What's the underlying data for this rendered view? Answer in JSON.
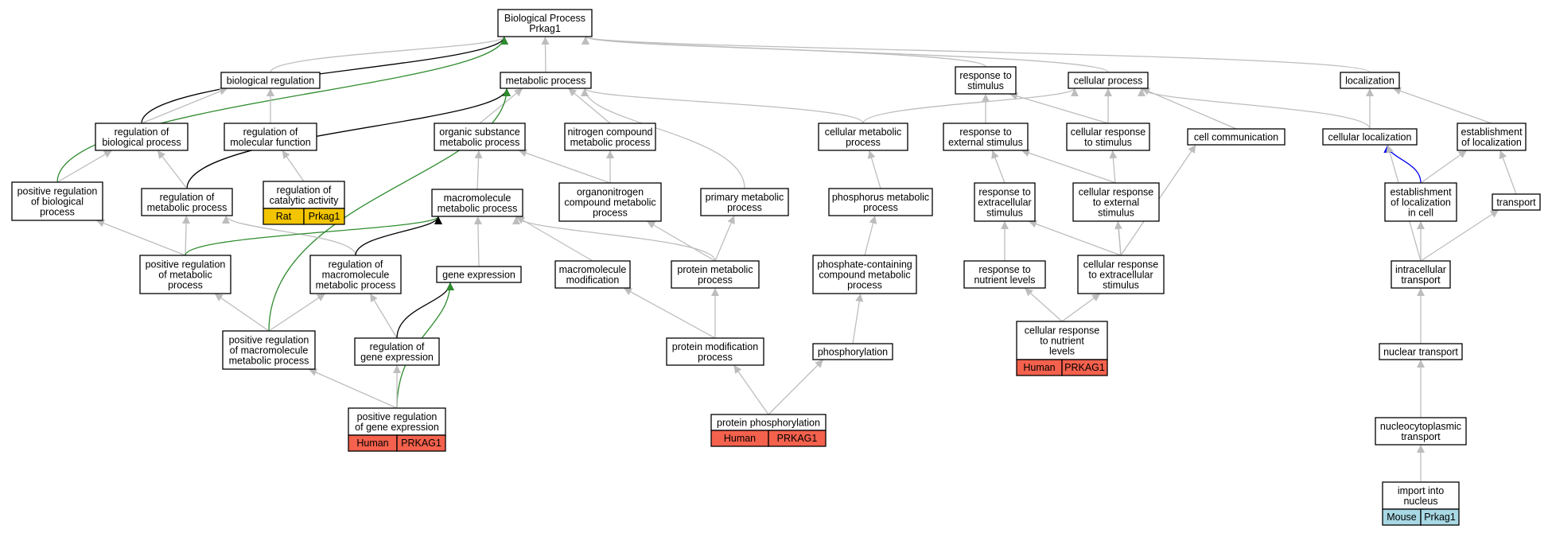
{
  "title": [
    "Biological Process",
    "Prkag1"
  ],
  "colors": {
    "edge_default": "#bdbdbd",
    "edge_green": "#2e8b2e",
    "edge_black": "#000000",
    "edge_blue": "#0000ee",
    "human": "#f4614d",
    "rat": "#f2c500",
    "mouse": "#a8d8e4"
  },
  "nodes": [
    {
      "id": "bp",
      "lines": [
        "Biological Process",
        "Prkag1"
      ]
    },
    {
      "id": "biological_regulation",
      "lines": [
        "biological regulation"
      ]
    },
    {
      "id": "metabolic_process",
      "lines": [
        "metabolic process"
      ]
    },
    {
      "id": "response_to_stimulus",
      "lines": [
        "response to",
        "stimulus"
      ]
    },
    {
      "id": "cellular_process",
      "lines": [
        "cellular process"
      ]
    },
    {
      "id": "localization",
      "lines": [
        "localization"
      ]
    },
    {
      "id": "regulation_of_biological_process",
      "lines": [
        "regulation of",
        "biological process"
      ]
    },
    {
      "id": "regulation_of_molecular_function",
      "lines": [
        "regulation of",
        "molecular function"
      ]
    },
    {
      "id": "organic_substance_metabolic_process",
      "lines": [
        "organic substance",
        "metabolic process"
      ]
    },
    {
      "id": "nitrogen_compound_metabolic_process",
      "lines": [
        "nitrogen compound",
        "metabolic process"
      ]
    },
    {
      "id": "cellular_metabolic_process",
      "lines": [
        "cellular metabolic",
        "process"
      ]
    },
    {
      "id": "response_to_external_stimulus",
      "lines": [
        "response to",
        "external stimulus"
      ]
    },
    {
      "id": "cellular_response_to_stimulus",
      "lines": [
        "cellular response",
        "to stimulus"
      ]
    },
    {
      "id": "cell_communication",
      "lines": [
        "cell communication"
      ]
    },
    {
      "id": "cellular_localization",
      "lines": [
        "cellular localization"
      ]
    },
    {
      "id": "establishment_of_localization",
      "lines": [
        "establishment",
        "of localization"
      ]
    },
    {
      "id": "positive_regulation_of_biological_process",
      "lines": [
        "positive regulation",
        "of biological",
        "process"
      ]
    },
    {
      "id": "regulation_of_metabolic_process",
      "lines": [
        "regulation of",
        "metabolic process"
      ]
    },
    {
      "id": "regulation_of_catalytic_activity",
      "lines": [
        "regulation of",
        "catalytic activity"
      ],
      "species": [
        "Rat",
        "Prkag1"
      ],
      "color": "rat"
    },
    {
      "id": "macromolecule_metabolic_process",
      "lines": [
        "macromolecule",
        "metabolic process"
      ]
    },
    {
      "id": "organonitrogen_compound_metabolic_process",
      "lines": [
        "organonitrogen",
        "compound metabolic",
        "process"
      ]
    },
    {
      "id": "primary_metabolic_process",
      "lines": [
        "primary metabolic",
        "process"
      ]
    },
    {
      "id": "phosphorus_metabolic_process",
      "lines": [
        "phosphorus metabolic",
        "process"
      ]
    },
    {
      "id": "response_to_extracellular_stimulus",
      "lines": [
        "response to",
        "extracellular",
        "stimulus"
      ]
    },
    {
      "id": "cellular_response_to_external_stimulus",
      "lines": [
        "cellular response",
        "to external",
        "stimulus"
      ]
    },
    {
      "id": "establishment_of_localization_in_cell",
      "lines": [
        "establishment",
        "of localization",
        "in cell"
      ]
    },
    {
      "id": "transport",
      "lines": [
        "transport"
      ]
    },
    {
      "id": "positive_regulation_of_metabolic_process",
      "lines": [
        "positive regulation",
        "of metabolic",
        "process"
      ]
    },
    {
      "id": "regulation_of_macromolecule_metabolic_process",
      "lines": [
        "regulation of",
        "macromolecule",
        "metabolic process"
      ]
    },
    {
      "id": "gene_expression",
      "lines": [
        "gene expression"
      ]
    },
    {
      "id": "macromolecule_modification",
      "lines": [
        "macromolecule",
        "modification"
      ]
    },
    {
      "id": "protein_metabolic_process",
      "lines": [
        "protein metabolic",
        "process"
      ]
    },
    {
      "id": "phosphate_containing_compound_metabolic_process",
      "lines": [
        "phosphate-containing",
        "compound metabolic",
        "process"
      ]
    },
    {
      "id": "response_to_nutrient_levels",
      "lines": [
        "response to",
        "nutrient levels"
      ]
    },
    {
      "id": "cellular_response_to_extracellular_stimulus",
      "lines": [
        "cellular response",
        "to extracellular",
        "stimulus"
      ]
    },
    {
      "id": "intracellular_transport",
      "lines": [
        "intracellular",
        "transport"
      ]
    },
    {
      "id": "positive_regulation_of_macromolecule_metabolic_process",
      "lines": [
        "positive regulation",
        "of macromolecule",
        "metabolic process"
      ]
    },
    {
      "id": "regulation_of_gene_expression",
      "lines": [
        "regulation of",
        "gene expression"
      ]
    },
    {
      "id": "protein_modification_process",
      "lines": [
        "protein modification",
        "process"
      ]
    },
    {
      "id": "phosphorylation",
      "lines": [
        "phosphorylation"
      ]
    },
    {
      "id": "cellular_response_to_nutrient_levels",
      "lines": [
        "cellular response",
        "to nutrient",
        "levels"
      ],
      "species": [
        "Human",
        "PRKAG1"
      ],
      "color": "human"
    },
    {
      "id": "nuclear_transport",
      "lines": [
        "nuclear transport"
      ]
    },
    {
      "id": "positive_regulation_of_gene_expression",
      "lines": [
        "positive regulation",
        "of gene expression"
      ],
      "species": [
        "Human",
        "PRKAG1"
      ],
      "color": "human"
    },
    {
      "id": "protein_phosphorylation",
      "lines": [
        "protein phosphorylation"
      ],
      "species": [
        "Human",
        "PRKAG1"
      ],
      "color": "human"
    },
    {
      "id": "nucleocytoplasmic_transport",
      "lines": [
        "nucleocytoplasmic",
        "transport"
      ]
    },
    {
      "id": "import_into_nucleus",
      "lines": [
        "import into",
        "nucleus"
      ],
      "species": [
        "Mouse",
        "Prkag1"
      ],
      "color": "mouse"
    }
  ],
  "edges": [
    {
      "from": "biological_regulation",
      "to": "bp"
    },
    {
      "from": "metabolic_process",
      "to": "bp"
    },
    {
      "from": "response_to_stimulus",
      "to": "bp"
    },
    {
      "from": "cellular_process",
      "to": "bp"
    },
    {
      "from": "localization",
      "to": "bp"
    },
    {
      "from": "regulation_of_biological_process",
      "to": "bp",
      "color": "black"
    },
    {
      "from": "positive_regulation_of_biological_process",
      "to": "bp",
      "color": "green"
    },
    {
      "from": "regulation_of_biological_process",
      "to": "biological_regulation"
    },
    {
      "from": "regulation_of_molecular_function",
      "to": "biological_regulation"
    },
    {
      "from": "organic_substance_metabolic_process",
      "to": "metabolic_process"
    },
    {
      "from": "nitrogen_compound_metabolic_process",
      "to": "metabolic_process"
    },
    {
      "from": "cellular_metabolic_process",
      "to": "metabolic_process"
    },
    {
      "from": "primary_metabolic_process",
      "to": "metabolic_process"
    },
    {
      "from": "regulation_of_metabolic_process",
      "to": "metabolic_process",
      "color": "black"
    },
    {
      "from": "positive_regulation_of_macromolecule_metabolic_process",
      "to": "metabolic_process",
      "color": "green"
    },
    {
      "from": "cellular_metabolic_process",
      "to": "cellular_process"
    },
    {
      "from": "cellular_response_to_stimulus",
      "to": "cellular_process"
    },
    {
      "from": "cell_communication",
      "to": "cellular_process"
    },
    {
      "from": "cellular_localization",
      "to": "cellular_process"
    },
    {
      "from": "response_to_external_stimulus",
      "to": "response_to_stimulus"
    },
    {
      "from": "cellular_response_to_stimulus",
      "to": "response_to_stimulus"
    },
    {
      "from": "cellular_localization",
      "to": "localization"
    },
    {
      "from": "establishment_of_localization",
      "to": "localization"
    },
    {
      "from": "positive_regulation_of_biological_process",
      "to": "regulation_of_biological_process"
    },
    {
      "from": "regulation_of_metabolic_process",
      "to": "regulation_of_biological_process"
    },
    {
      "from": "regulation_of_catalytic_activity",
      "to": "regulation_of_molecular_function"
    },
    {
      "from": "macromolecule_metabolic_process",
      "to": "organic_substance_metabolic_process"
    },
    {
      "from": "organonitrogen_compound_metabolic_process",
      "to": "organic_substance_metabolic_process"
    },
    {
      "from": "organonitrogen_compound_metabolic_process",
      "to": "nitrogen_compound_metabolic_process"
    },
    {
      "from": "phosphorus_metabolic_process",
      "to": "cellular_metabolic_process"
    },
    {
      "from": "response_to_extracellular_stimulus",
      "to": "response_to_external_stimulus"
    },
    {
      "from": "cellular_response_to_external_stimulus",
      "to": "response_to_external_stimulus"
    },
    {
      "from": "cellular_response_to_extracellular_stimulus",
      "to": "cellular_response_to_stimulus"
    },
    {
      "from": "cellular_response_to_extracellular_stimulus",
      "to": "cell_communication"
    },
    {
      "from": "establishment_of_localization_in_cell",
      "to": "cellular_localization",
      "color": "blue"
    },
    {
      "from": "intracellular_transport",
      "to": "cellular_localization"
    },
    {
      "from": "establishment_of_localization_in_cell",
      "to": "establishment_of_localization"
    },
    {
      "from": "transport",
      "to": "establishment_of_localization"
    },
    {
      "from": "positive_regulation_of_metabolic_process",
      "to": "positive_regulation_of_biological_process"
    },
    {
      "from": "positive_regulation_of_metabolic_process",
      "to": "regulation_of_metabolic_process"
    },
    {
      "from": "regulation_of_macromolecule_metabolic_process",
      "to": "regulation_of_metabolic_process"
    },
    {
      "from": "gene_expression",
      "to": "macromolecule_metabolic_process"
    },
    {
      "from": "macromolecule_modification",
      "to": "macromolecule_metabolic_process"
    },
    {
      "from": "protein_metabolic_process",
      "to": "macromolecule_metabolic_process"
    },
    {
      "from": "positive_regulation_of_metabolic_process",
      "to": "macromolecule_metabolic_process",
      "color": "green"
    },
    {
      "from": "regulation_of_macromolecule_metabolic_process",
      "to": "macromolecule_metabolic_process",
      "color": "black"
    },
    {
      "from": "protein_metabolic_process",
      "to": "organonitrogen_compound_metabolic_process"
    },
    {
      "from": "protein_metabolic_process",
      "to": "primary_metabolic_process"
    },
    {
      "from": "phosphate_containing_compound_metabolic_process",
      "to": "phosphorus_metabolic_process"
    },
    {
      "from": "response_to_nutrient_levels",
      "to": "response_to_extracellular_stimulus"
    },
    {
      "from": "cellular_response_to_extracellular_stimulus",
      "to": "response_to_extracellular_stimulus"
    },
    {
      "from": "cellular_response_to_extracellular_stimulus",
      "to": "cellular_response_to_external_stimulus"
    },
    {
      "from": "intracellular_transport",
      "to": "establishment_of_localization_in_cell"
    },
    {
      "from": "intracellular_transport",
      "to": "transport"
    },
    {
      "from": "positive_regulation_of_macromolecule_metabolic_process",
      "to": "positive_regulation_of_metabolic_process"
    },
    {
      "from": "positive_regulation_of_macromolecule_metabolic_process",
      "to": "regulation_of_macromolecule_metabolic_process"
    },
    {
      "from": "regulation_of_gene_expression",
      "to": "regulation_of_macromolecule_metabolic_process"
    },
    {
      "from": "regulation_of_gene_expression",
      "to": "gene_expression",
      "color": "black"
    },
    {
      "from": "positive_regulation_of_gene_expression",
      "to": "gene_expression",
      "color": "green"
    },
    {
      "from": "protein_modification_process",
      "to": "macromolecule_modification"
    },
    {
      "from": "protein_modification_process",
      "to": "protein_metabolic_process"
    },
    {
      "from": "phosphorylation",
      "to": "phosphate_containing_compound_metabolic_process"
    },
    {
      "from": "cellular_response_to_nutrient_levels",
      "to": "response_to_nutrient_levels"
    },
    {
      "from": "cellular_response_to_nutrient_levels",
      "to": "cellular_response_to_extracellular_stimulus"
    },
    {
      "from": "nuclear_transport",
      "to": "intracellular_transport"
    },
    {
      "from": "positive_regulation_of_gene_expression",
      "to": "positive_regulation_of_macromolecule_metabolic_process"
    },
    {
      "from": "positive_regulation_of_gene_expression",
      "to": "regulation_of_gene_expression"
    },
    {
      "from": "protein_phosphorylation",
      "to": "protein_modification_process"
    },
    {
      "from": "protein_phosphorylation",
      "to": "phosphorylation"
    },
    {
      "from": "nucleocytoplasmic_transport",
      "to": "nuclear_transport"
    },
    {
      "from": "import_into_nucleus",
      "to": "nucleocytoplasmic_transport"
    }
  ]
}
